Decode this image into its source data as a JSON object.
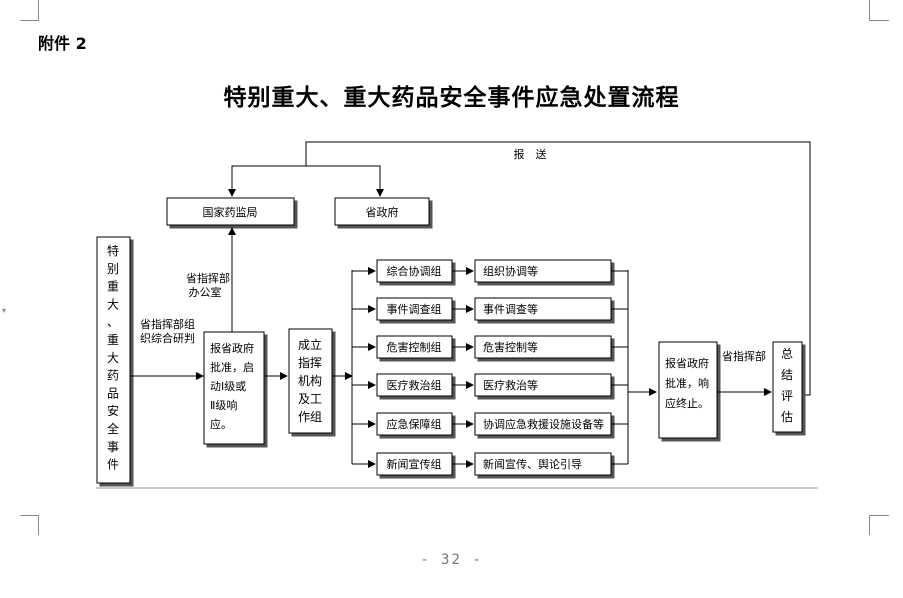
{
  "header": {
    "attachment_label": "附件 2"
  },
  "doc_title": "特别重大、重大药品安全事件应急处置流程",
  "flow": {
    "report_label": "报　送",
    "nmpa": "国家药监局",
    "prov_gov": "省政府",
    "event_chars": [
      "特",
      "别",
      "重",
      "大",
      "、",
      "重",
      "大",
      "药",
      "品",
      "安",
      "全",
      "事",
      "件"
    ],
    "office_lines": [
      "省指挥部",
      "办公室"
    ],
    "study_lines": [
      "省指挥部组",
      "织综合研判"
    ],
    "report_start_lines": [
      "报省政府",
      "批准，启",
      "动Ⅰ级或",
      "Ⅱ级响",
      "应。"
    ],
    "setup_chars": [
      "成立",
      "指挥",
      "机构",
      "及工",
      "作组"
    ],
    "groups": [
      "综合协调组",
      "事件调查组",
      "危害控制组",
      "医疗救治组",
      "应急保障组",
      "新闻宣传组"
    ],
    "tasks": [
      "组织协调等",
      "事件调查等",
      "危害控制等",
      "医疗救治等",
      "协调应急救援设施设备等",
      "新闻宣传、舆论引导"
    ],
    "report_end_lines": [
      "报省政府",
      "批准，响",
      "应终止。"
    ],
    "hq_label": "省指挥部",
    "summary_chars": [
      "总",
      "结",
      "评",
      "估"
    ]
  },
  "footer": {
    "page_number": "- 32 -"
  }
}
